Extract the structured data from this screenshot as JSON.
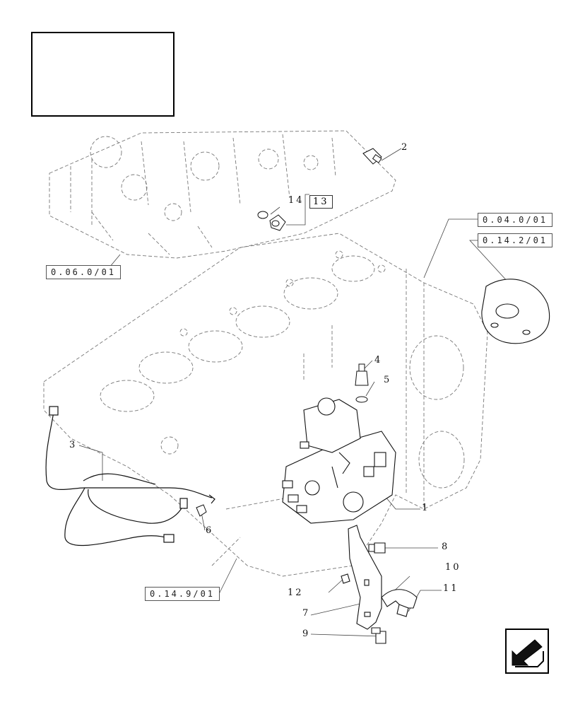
{
  "callouts": {
    "c1": "1",
    "c2": "2",
    "c3": "3",
    "c4": "4",
    "c5": "5",
    "c6": "6",
    "c7": "7",
    "c8": "8",
    "c9": "9",
    "c10": "10",
    "c11": "11",
    "c12": "12",
    "c14": "14"
  },
  "boxed_callouts": {
    "c13": "13"
  },
  "references": {
    "r1": "0.04.0/01",
    "r2": "0.14.2/01",
    "r3": "0.06.0/01",
    "r4": "0.14.9/01"
  },
  "nav": {
    "icon": "back-arrow-icon"
  }
}
